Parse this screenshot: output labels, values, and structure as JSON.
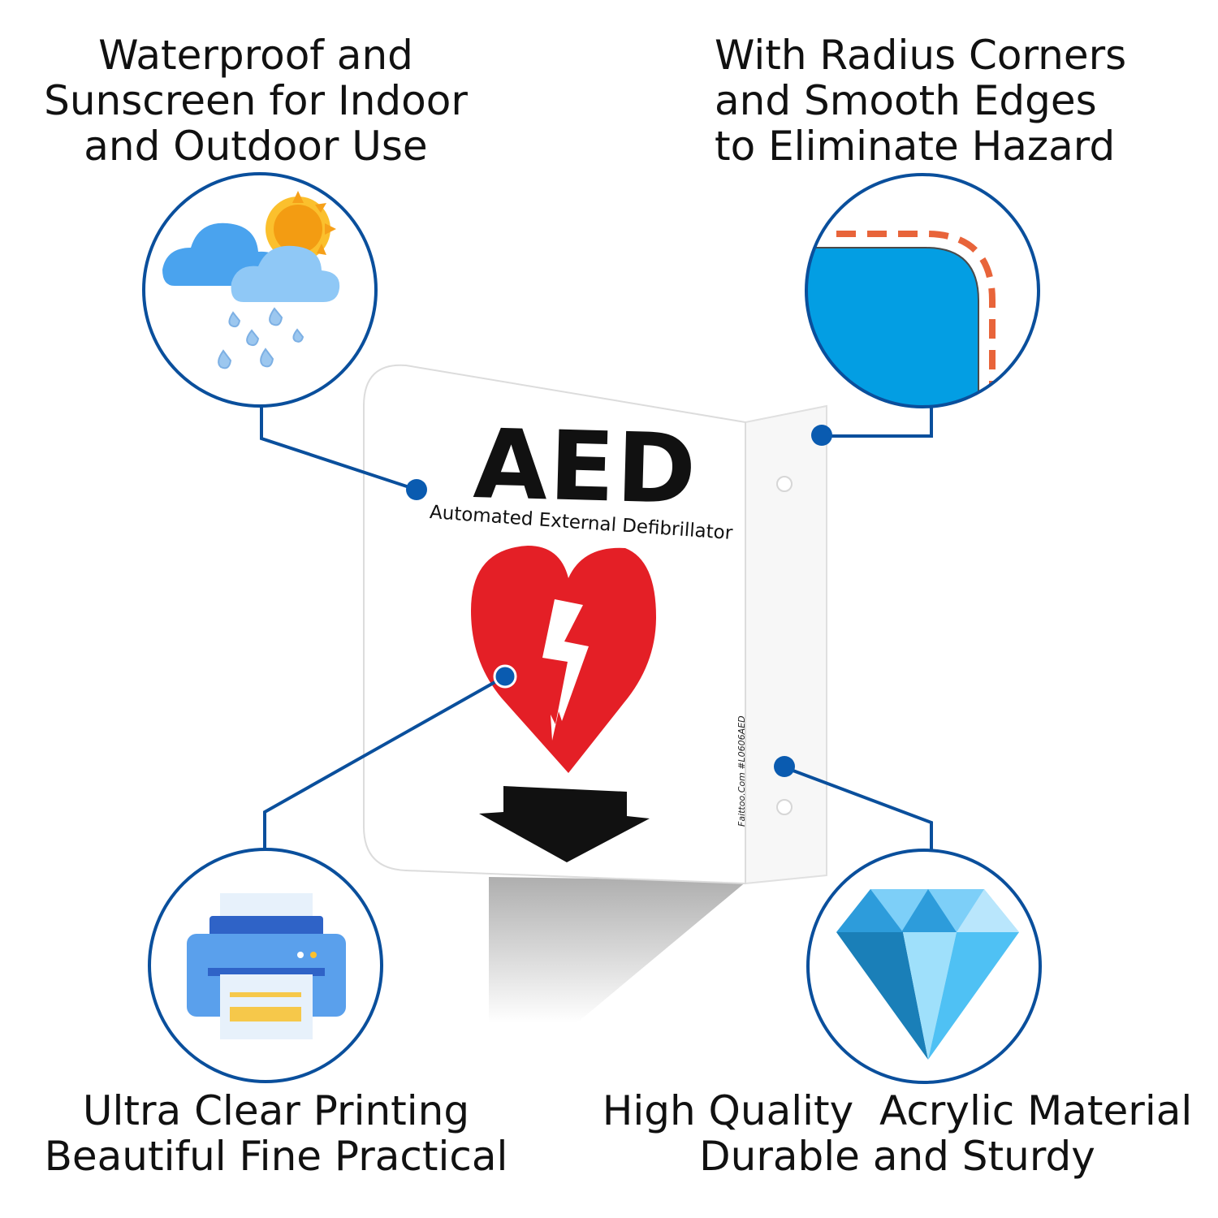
{
  "features": {
    "top_left": {
      "lines": [
        "Waterproof and",
        "Sunscreen for Indoor",
        "and Outdoor Use"
      ],
      "icon": "weather-icon"
    },
    "top_right": {
      "lines": [
        "With Radius Corners",
        "and Smooth Edges",
        "to Eliminate Hazard"
      ],
      "icon": "rounded-corner-icon"
    },
    "bottom_left": {
      "lines": [
        "Ultra Clear Printing",
        "Beautiful Fine Practical"
      ],
      "icon": "printer-icon"
    },
    "bottom_right": {
      "lines": [
        "High Quality  Acrylic Material",
        "Durable and Sturdy"
      ],
      "icon": "diamond-icon"
    }
  },
  "sign": {
    "title": "AED",
    "subtitle": "Automated External Defibrillator",
    "side_text": "Faittoo.Com  #L0606AED",
    "icons": [
      "heart-lightning-icon",
      "down-arrow-icon"
    ]
  },
  "colors": {
    "callout_blue": "#0a4f9c",
    "heart_red": "#e41f26",
    "corner_blue": "#039ee3",
    "dash_orange": "#e8643a",
    "sun_orange": "#f6a019"
  }
}
